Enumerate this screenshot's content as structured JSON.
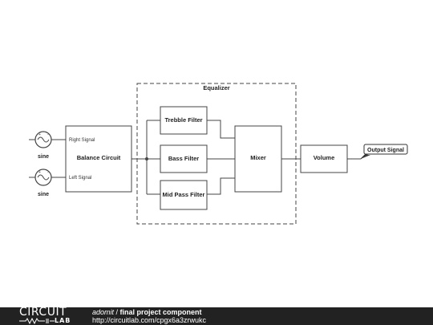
{
  "diagram": {
    "equalizer_label": "Equalizer",
    "sources": [
      {
        "id": "right",
        "label": "sine",
        "signal_label": "Right Signal"
      },
      {
        "id": "left",
        "label": "sine",
        "signal_label": "Left Signal"
      }
    ],
    "blocks": {
      "balance": "Balance Circuit",
      "treble": "Trebble Filter",
      "bass": "Bass Filter",
      "midpass": "Mid Pass Filter",
      "mixer": "Mixer",
      "volume": "Volume"
    },
    "output_label": "Output Signal"
  },
  "footer": {
    "logo_top": "CIRCUIT",
    "logo_bottom": "LAB",
    "author": "adomit",
    "separator": " / ",
    "title": "final project component",
    "url": "http://circuitlab.com/cpgx6a3zrwukc"
  },
  "colors": {
    "line": "#444444",
    "text": "#222222",
    "footer_bg": "#222222"
  }
}
